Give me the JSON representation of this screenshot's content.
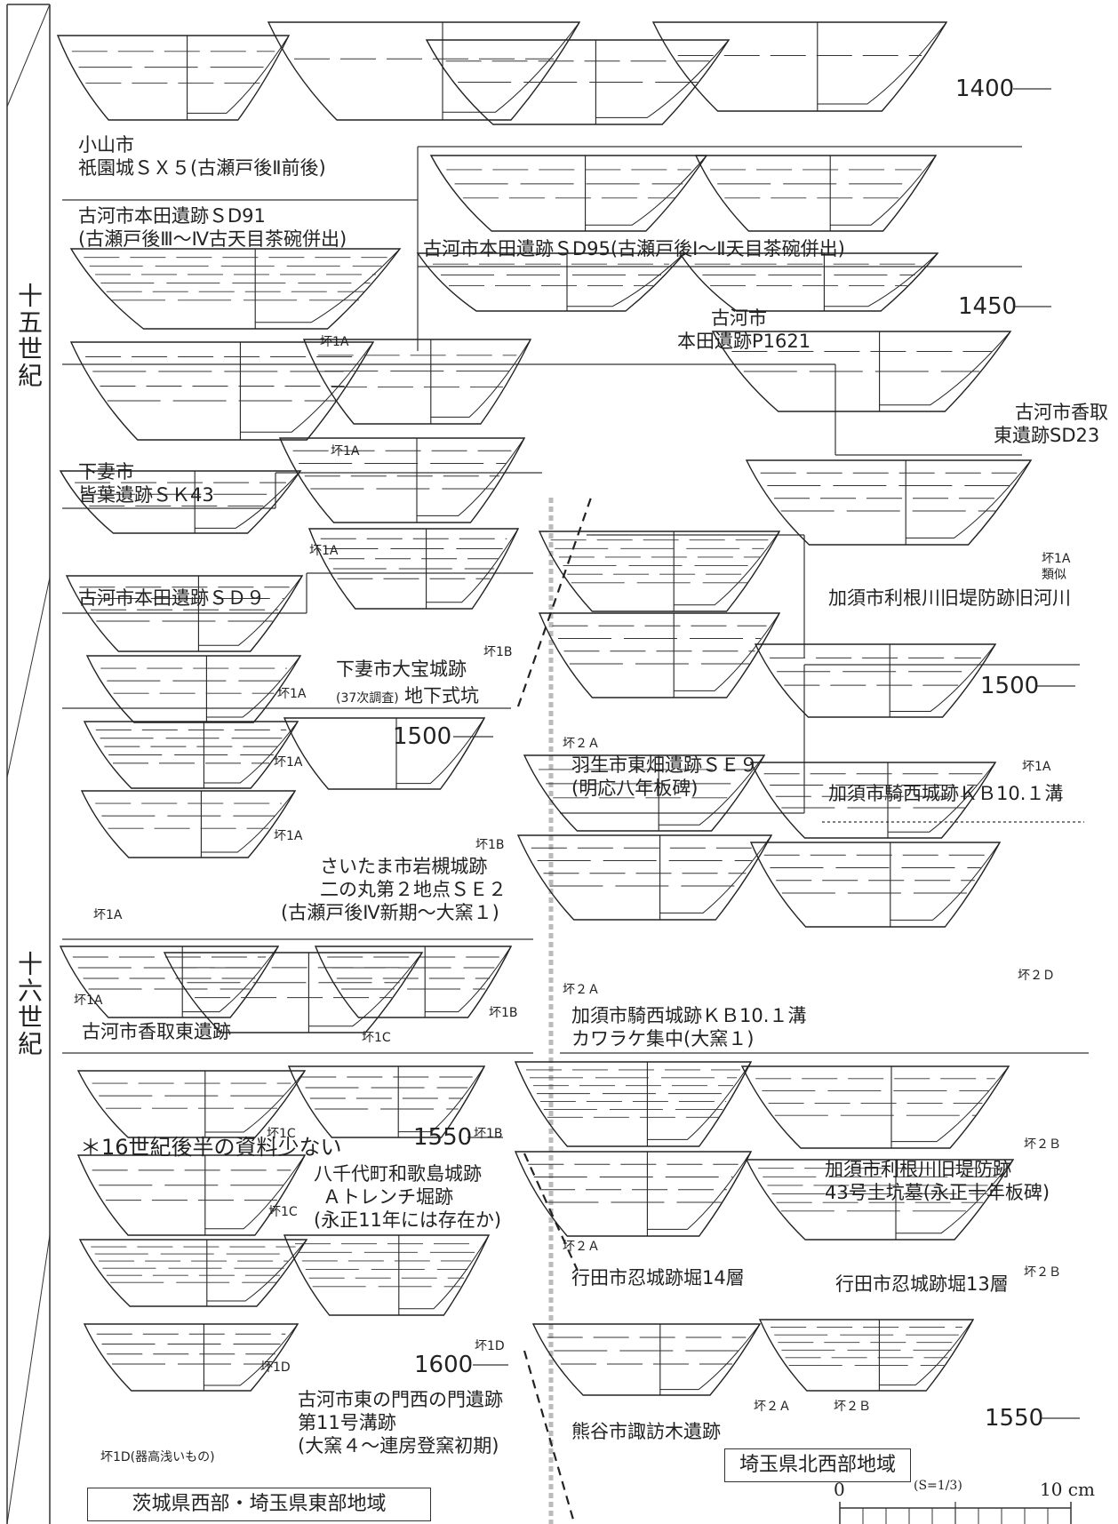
{
  "century_labels": [
    "十五世紀",
    "十六世紀"
  ],
  "years": {
    "y1400": "1400",
    "y1450": "1450",
    "y1500_left": "1500",
    "y1500_right": "1500",
    "y1550_left": "1550",
    "y1550_right": "1550",
    "y1600": "1600"
  },
  "sites": {
    "gionjo": [
      "小山市",
      "祇園城ＳＸ５(古瀬戸後Ⅱ前後)"
    ],
    "honda_sd91": [
      "古河市本田遺跡ＳD91",
      "(古瀬戸後Ⅲ〜Ⅳ古天目茶碗併出)"
    ],
    "honda_sd95": "古河市本田遺跡ＳD95(古瀬戸後Ⅰ〜Ⅱ天目茶碗併出)",
    "honda_p1621": [
      "古河市",
      "本田遺跡P1621"
    ],
    "katori_sd23": [
      "古河市香取",
      "東遺跡SD23"
    ],
    "kaiba": [
      "下妻市",
      "皆葉遺跡ＳＫ43"
    ],
    "honda_sd9": "古河市本田遺跡ＳＤ９",
    "daihojo": [
      "下妻市大宝城跡",
      "地下式坑"
    ],
    "daihojo_note": "(37次調査)",
    "tone_old_river": "加須市利根川旧堤防跡旧河川",
    "higashibata": [
      "羽生市東畑遺跡ＳＥ９",
      "(明応八年板碑)"
    ],
    "kisai_kb101": "加須市騎西城跡ＫＢ10.１溝",
    "iwatsuki": [
      "さいたま市岩槻城跡",
      "二の丸第２地点ＳＥ２",
      "(古瀬戸後Ⅳ新期〜大窯１)"
    ],
    "kisai_kawarake": [
      "加須市騎西城跡ＫＢ10.１溝",
      "カワラケ集中(大窯１)"
    ],
    "katori_higashi": "古河市香取東遺跡",
    "wakashima": [
      "八千代町和歌島城跡",
      "Ａトレンチ堀跡",
      "(永正11年には存在か)"
    ],
    "tone_43": [
      "加須市利根川旧堤防跡",
      "43号土坑墓(永正十年板碑)"
    ],
    "oshi14": "行田市忍城跡堀14層",
    "oshi13": "行田市忍城跡堀13層",
    "note_16c": "＊16世紀後半の資料少ない",
    "suwaki": "熊谷市諏訪木遺跡",
    "kogamon": [
      "古河市東の門西の門遺跡",
      "第11号溝跡",
      "(大窯４〜連房登窯初期)"
    ]
  },
  "types": {
    "t1A": "坏1A",
    "t1B": "坏1B",
    "t1C": "坏1C",
    "t1D": "坏1D",
    "t1A_similar": [
      "坏1A",
      "類似"
    ],
    "t2A": "坏２Ａ",
    "t2B": "坏２Ｂ",
    "t2D": "坏２Ｄ",
    "t1D_shallow": "坏1D(器高浅いもの)"
  },
  "regions": {
    "east": "茨城県西部・埼玉県東部地域",
    "northwest": "埼玉県北西部地域"
  },
  "scale": {
    "zero": "0",
    "ratio": "(S=1/3)",
    "ten": "10 cm"
  }
}
